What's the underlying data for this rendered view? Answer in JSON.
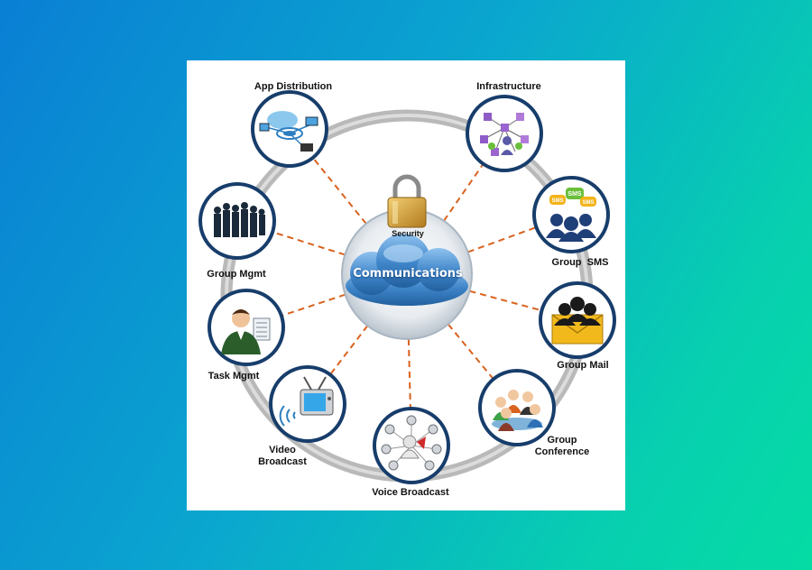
{
  "diagram": {
    "center": "Communications",
    "hub_badge": "Security",
    "nodes": [
      {
        "label": "App Distribution",
        "icon": "app-distribution-icon"
      },
      {
        "label": "Infrastructure",
        "icon": "network-icon"
      },
      {
        "label": "Group  SMS",
        "icon": "sms-group-icon",
        "sms_text": "SMS"
      },
      {
        "label": "Group Mail",
        "icon": "mail-group-icon"
      },
      {
        "label": "Group Conference",
        "line1": "Group",
        "line2": "Conference",
        "icon": "conference-icon"
      },
      {
        "label": "Voice Broadcast",
        "icon": "voice-broadcast-icon"
      },
      {
        "label": "Video Broadcast",
        "line1": "Video",
        "line2": "Broadcast",
        "icon": "tv-icon"
      },
      {
        "label": "Task Mgmt",
        "icon": "person-task-icon"
      },
      {
        "label": "Group Mgmt",
        "icon": "group-silhouette-icon"
      }
    ],
    "colors": {
      "ring": "#b9b9b9",
      "node_border": "#173d6b",
      "connector": "#d9621e",
      "cloud": "#3b7fc4"
    }
  }
}
